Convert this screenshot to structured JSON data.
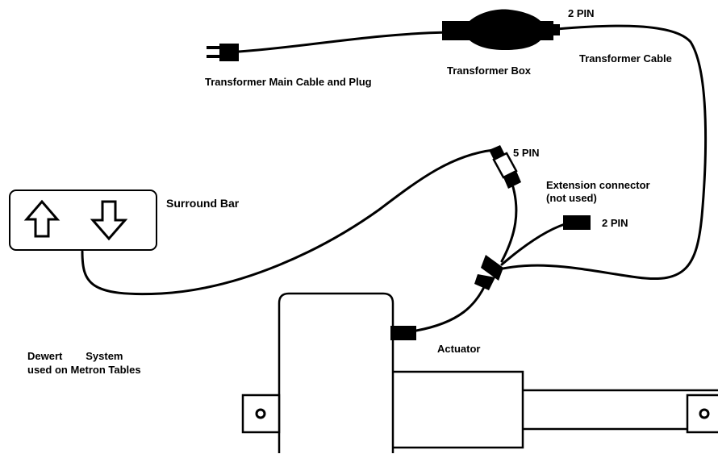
{
  "labels": {
    "transformer_main_cable": "Transformer Main Cable and Plug",
    "transformer_box": "Transformer Box",
    "transformer_cable": "Transformer Cable",
    "pin_top": "2 PIN",
    "pin_five": "5 PIN",
    "extension_connector": "Extension connector",
    "extension_not_used": "(not used)",
    "pin_extension": "2 PIN",
    "surround_bar": "Surround Bar",
    "actuator": "Actuator",
    "system_line1": "Dewert        System",
    "system_line2": "used on Metron Tables"
  },
  "colors": {
    "ink": "#000000",
    "paper": "#ffffff"
  },
  "icons": {
    "up": "up-arrow-icon",
    "down": "down-arrow-icon"
  }
}
